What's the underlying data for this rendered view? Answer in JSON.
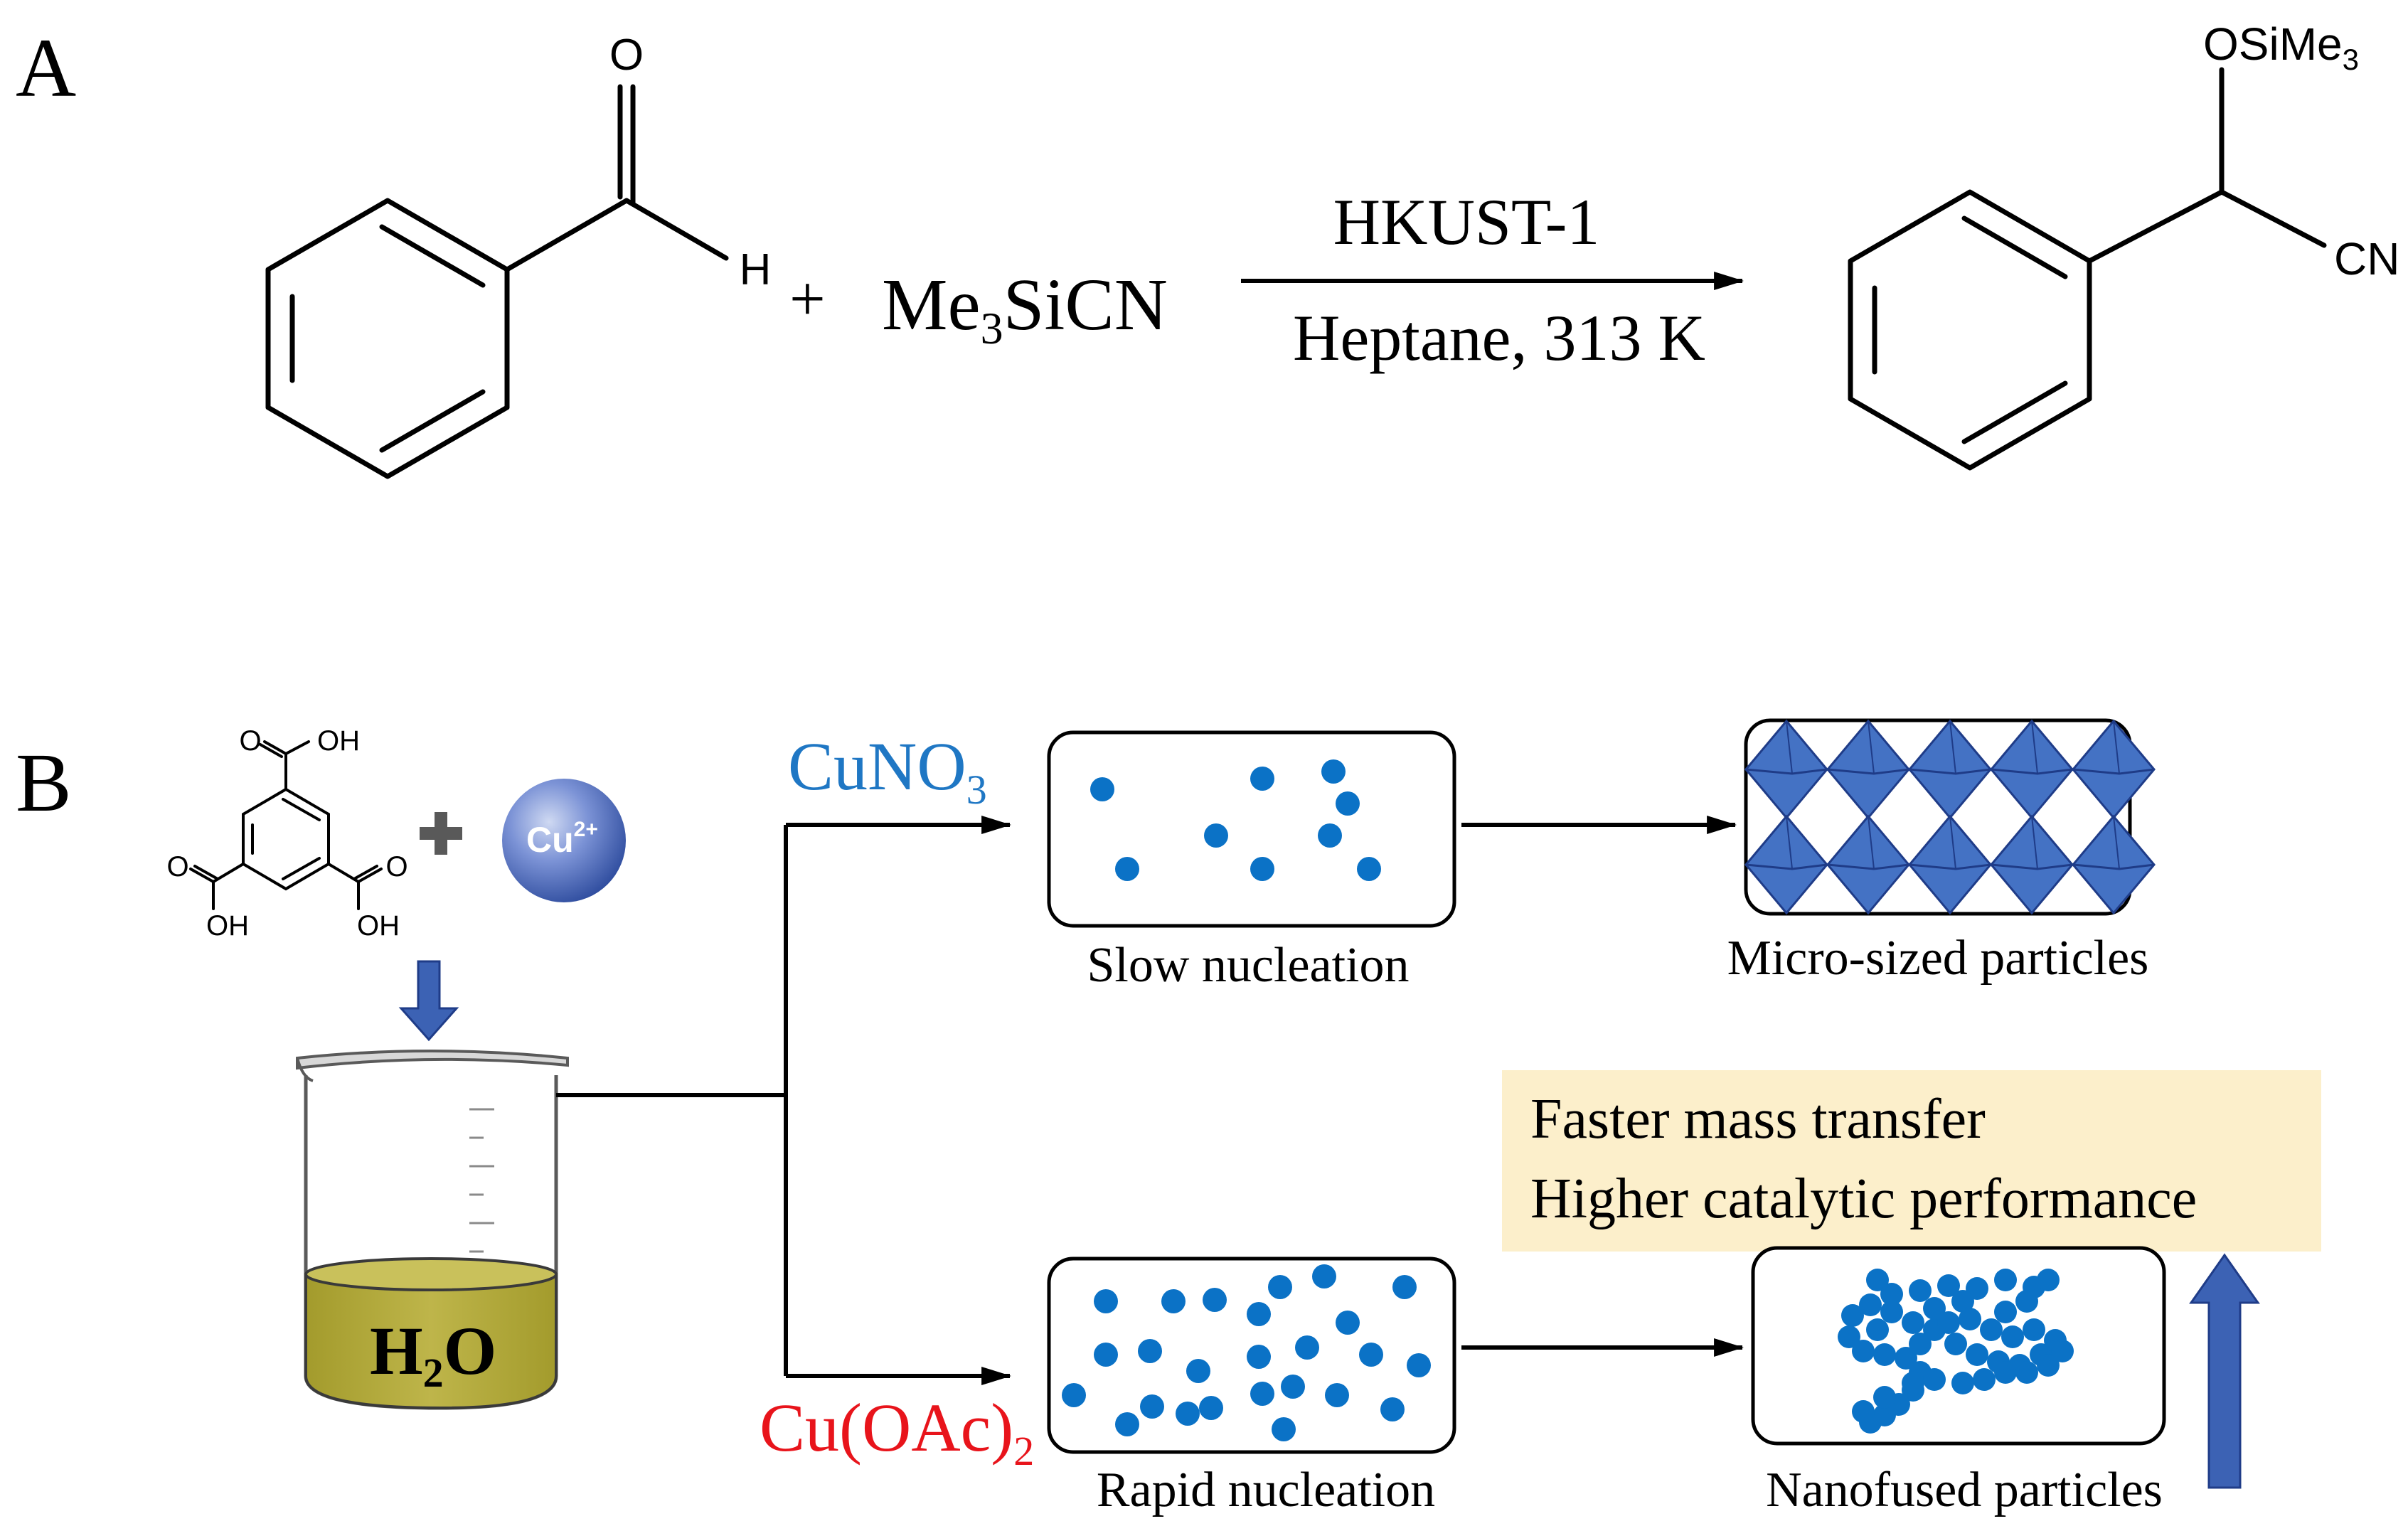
{
  "panel_a": {
    "label": "A",
    "reactant1": {
      "o": "O",
      "h": "H"
    },
    "plus": "+",
    "reactant2": {
      "pre": "Me",
      "sub": "3",
      "post": "SiCN"
    },
    "catalyst": "HKUST-1",
    "conditions": "Heptane, 313 K",
    "product": {
      "otms_pre": "OSiMe",
      "otms_sub": "3",
      "cn": "CN"
    }
  },
  "panel_b": {
    "label": "B",
    "linker": {
      "oh": "OH",
      "o": "O"
    },
    "cu_ion": {
      "text": "Cu",
      "charge": "2+"
    },
    "beaker_liquid": {
      "pre": "H",
      "sub": "2",
      "post": "O"
    },
    "route_top": {
      "pre": "CuNO",
      "sub": "3",
      "color": "#1F77C4"
    },
    "route_bottom": {
      "pre": "Cu(OAc)",
      "sub": "2",
      "color": "#E8141B"
    },
    "slow_nucleation": "Slow nucleation",
    "rapid_nucleation": "Rapid nucleation",
    "micro_particles": "Micro-sized particles",
    "nano_particles": "Nanofused particles",
    "benefits": [
      "Faster mass transfer",
      "Higher catalytic performance"
    ]
  },
  "colors": {
    "dot_blue": "#0B72C6",
    "crystal_blue": "#4472C4",
    "arrow_blue": "#3C62B4",
    "liquid": "#B9B246",
    "highlight": "#FCEFCB"
  }
}
